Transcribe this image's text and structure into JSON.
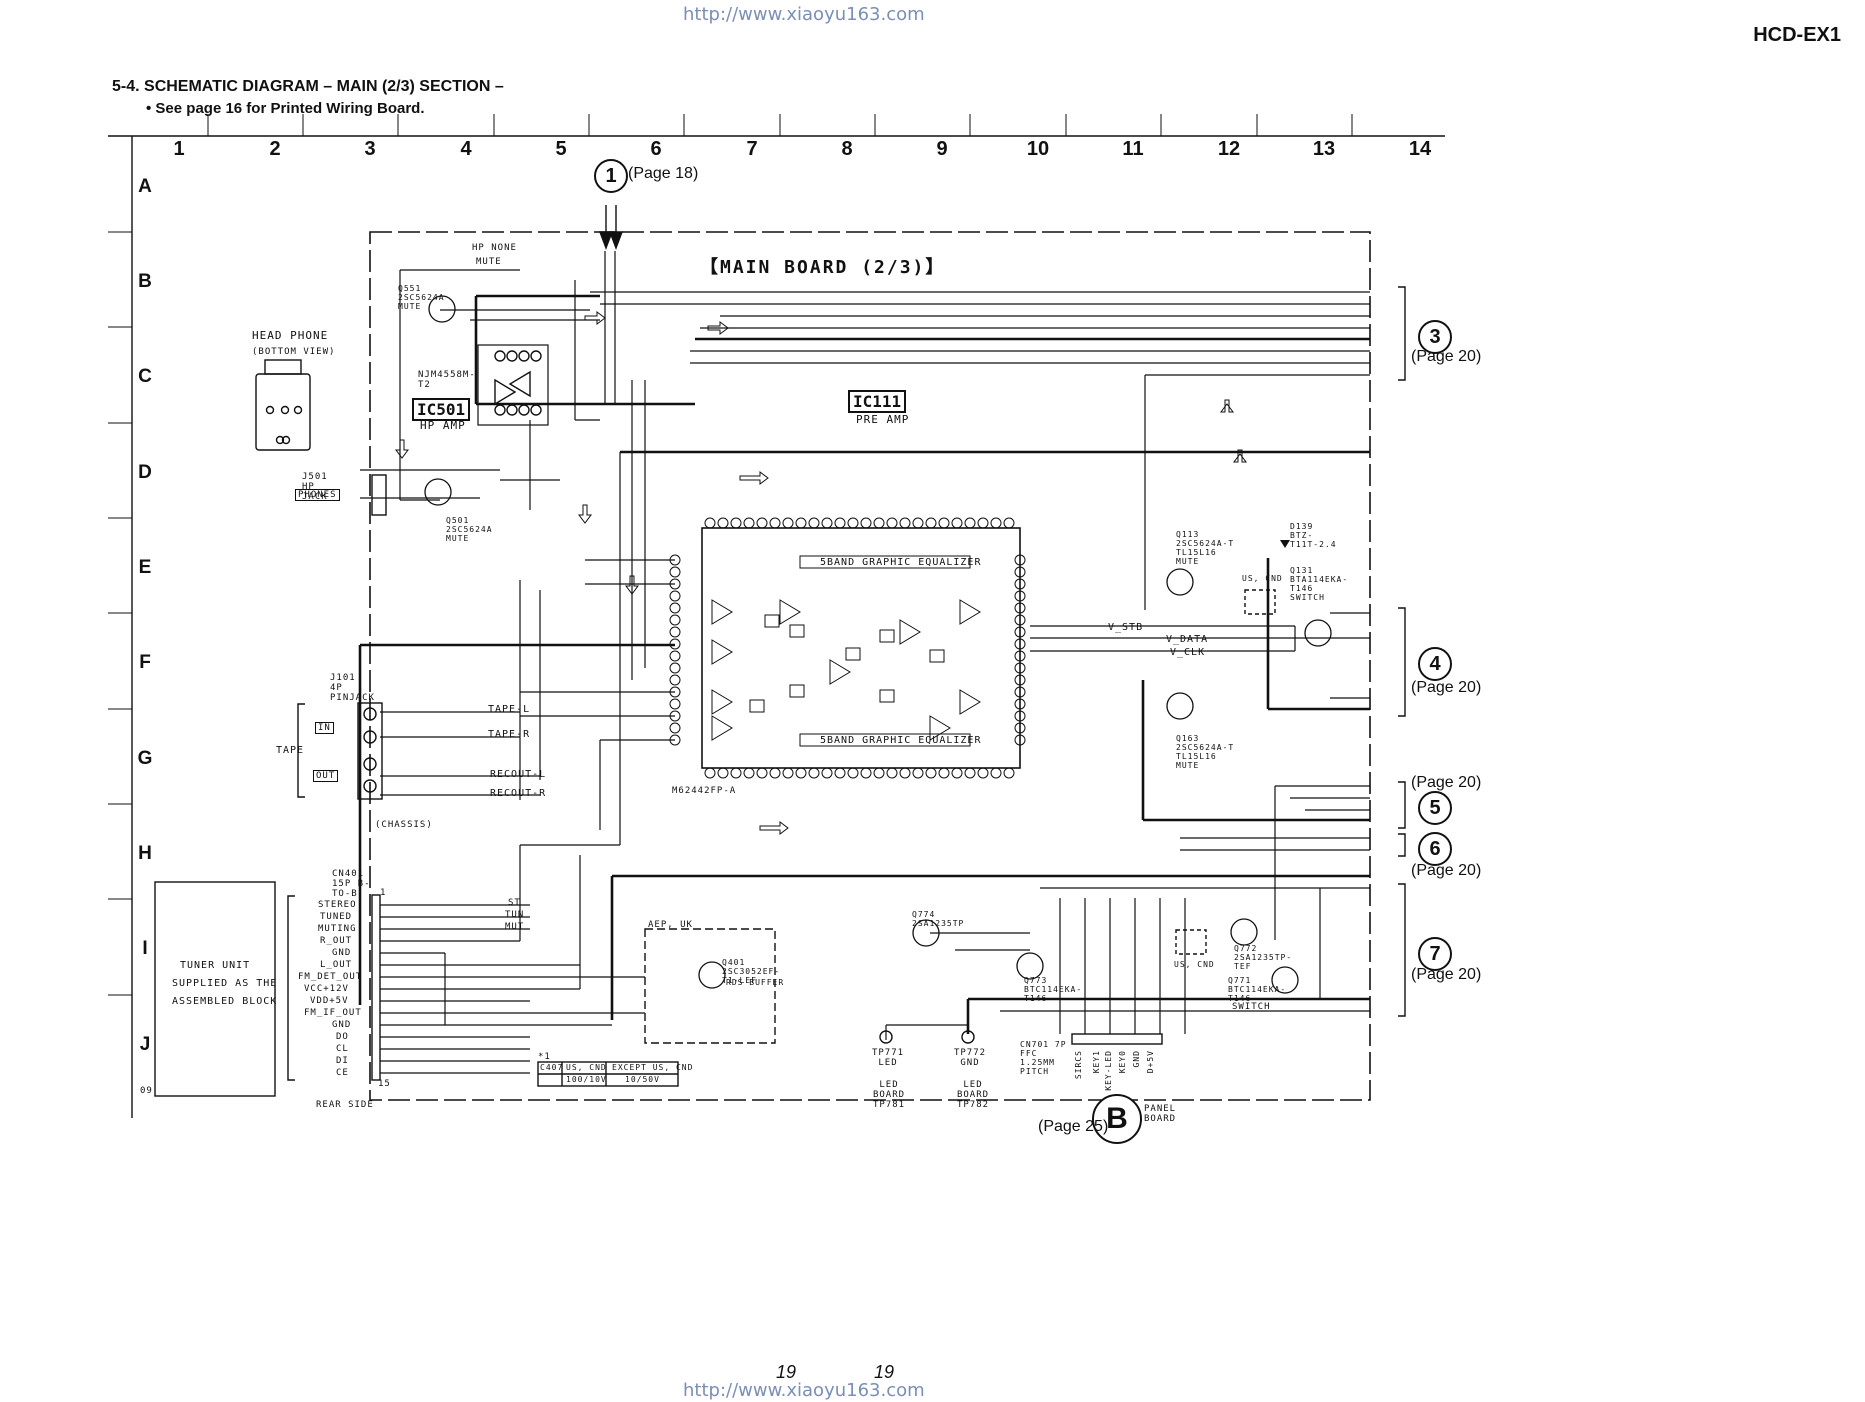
{
  "header": {
    "url": "http://www.xiaoyu163.com",
    "model": "HCD-EX1",
    "title": "5-4. SCHEMATIC DIAGRAM – MAIN (2/3) SECTION –",
    "subtitle": "• See page 16 for Printed Wiring Board."
  },
  "grid": {
    "columns": [
      "1",
      "2",
      "3",
      "4",
      "5",
      "6",
      "7",
      "8",
      "9",
      "10",
      "11",
      "12",
      "13",
      "14"
    ],
    "rows": [
      "A",
      "B",
      "C",
      "D",
      "E",
      "F",
      "G",
      "H",
      "I",
      "J"
    ]
  },
  "board": {
    "title": "【MAIN BOARD (2/3)】",
    "ic111": "IC111",
    "ic111_desc": "PRE AMP",
    "ic501": "IC501",
    "ic501_desc": "HP AMP",
    "ic501_part": "NJM4558M-T2",
    "ic111_part": "M62442FP-A",
    "eq_top": "5BAND GRAPHIC EQUALIZER",
    "eq_bottom": "5BAND GRAPHIC EQUALIZER"
  },
  "connectors": {
    "c1": "1",
    "c1_page": "(Page 18)",
    "c3": "3",
    "c3_page": "(Page 20)",
    "c4": "4",
    "c4_page": "(Page 20)",
    "c5": "5",
    "c5_page": "(Page 20)",
    "c6": "6",
    "c6_page": "(Page 20)",
    "c7": "7",
    "c7_page": "(Page 20)",
    "cB": "B",
    "cB_page": "(Page 25)",
    "cB_label": "PANEL BOARD"
  },
  "headphone": {
    "title": "HEAD PHONE",
    "view": "(BOTTOM VIEW)",
    "jack": "J501 HP JACK",
    "phones": "PHONES"
  },
  "tape": {
    "label": "TAPE",
    "jack": "J101 4P PINJACK",
    "in": "IN",
    "out": "OUT",
    "chassis": "(CHASSIS)",
    "tape_l": "TAPE-L",
    "tape_r": "TAPE-R",
    "recout_l": "RECOUT-L",
    "recout_r": "RECOUT-R"
  },
  "tuner": {
    "box": [
      "TUNER UNIT",
      "SUPPLIED AS THE",
      "ASSEMBLED BLOCK"
    ],
    "box_num": "09",
    "cn401": "CN401 15P B-TO-B",
    "pins": [
      "STEREO",
      "TUNED",
      "MUTING",
      "R_OUT",
      "GND",
      "L_OUT",
      "FM_DET_OUT",
      "VCC+12V",
      "VDD+5V",
      "FM_IF_OUT",
      "GND",
      "DO",
      "CL",
      "DI",
      "CE"
    ],
    "rear": "REAR SIDE",
    "pin1": "1",
    "pin15": "15"
  },
  "signals": {
    "st": "ST",
    "tun": "TUN",
    "mut": "MUT",
    "v_stb": "V_STB",
    "v_data": "V_DATA",
    "v_clk": "V_CLK",
    "switch": "SWITCH",
    "hp_none": "HP NONE",
    "mute": "MUTE"
  },
  "rds": {
    "region": "AEP, UK",
    "q401": "Q401 2SC3052EF-T1-LEF",
    "buffer": "RDS BUFFER"
  },
  "table": {
    "head": [
      "C407",
      "US, CND",
      "EXCEPT US, CND"
    ],
    "values": [
      "100/10V",
      "10/50V"
    ],
    "note": "*1"
  },
  "bottom": {
    "tp771": "TP771 LED",
    "tp772": "TP772 GND",
    "led1": "LED BOARD TP781",
    "led2": "LED BOARD TP782",
    "cn701": "CN701 7P FFC 1.25MM PITCH",
    "cn701_pins": [
      "SIRCS",
      "KEY1",
      "KEY-LED",
      "KEY0",
      "GND",
      "D+5V"
    ]
  },
  "transistors": {
    "q113": "Q113 2SC5624A-T TL15L16 MUTE",
    "q163": "Q163 2SC5624A-T TL15L16 MUTE",
    "q131": "Q131 BTA114EKA-T146 SWITCH",
    "q774": "Q774 2SA1235TP",
    "q773": "Q773 BTC114EKA-T146",
    "q771": "Q771 BTC114EKA-T146",
    "q772": "Q772 2SA1235TP-TEF",
    "d139": "D139 BTZ-T11T-2.4",
    "q551": "Q551 2SC5624A MUTE",
    "q501": "Q501 2SC5624A MUTE"
  },
  "misc": {
    "us_cnd": "US, CND",
    "page_left": "19",
    "page_right": "19"
  }
}
